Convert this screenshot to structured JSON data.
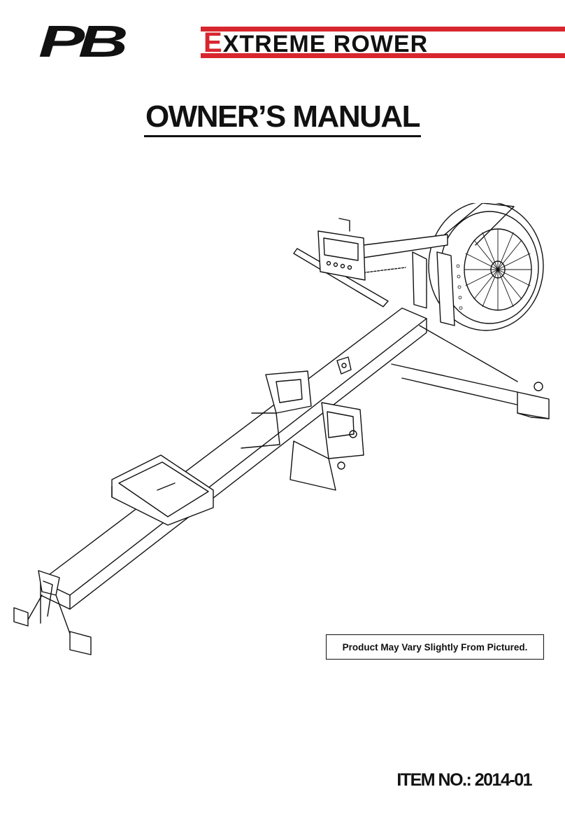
{
  "header": {
    "brand_mark": "PB",
    "product_first_letter": "E",
    "product_rest": "XTREME ROWER",
    "accent_color": "#d8262e"
  },
  "document": {
    "title": "OWNER’S MANUAL",
    "disclaimer": "Product May Vary Slightly From Pictured.",
    "item_label": "ITEM NO.:",
    "item_number": "2014-01"
  },
  "illustration": {
    "subject": "rowing-machine-line-drawing",
    "monitor_icon": "monitor-icon",
    "flywheel_icon": "fan-flywheel-icon"
  }
}
